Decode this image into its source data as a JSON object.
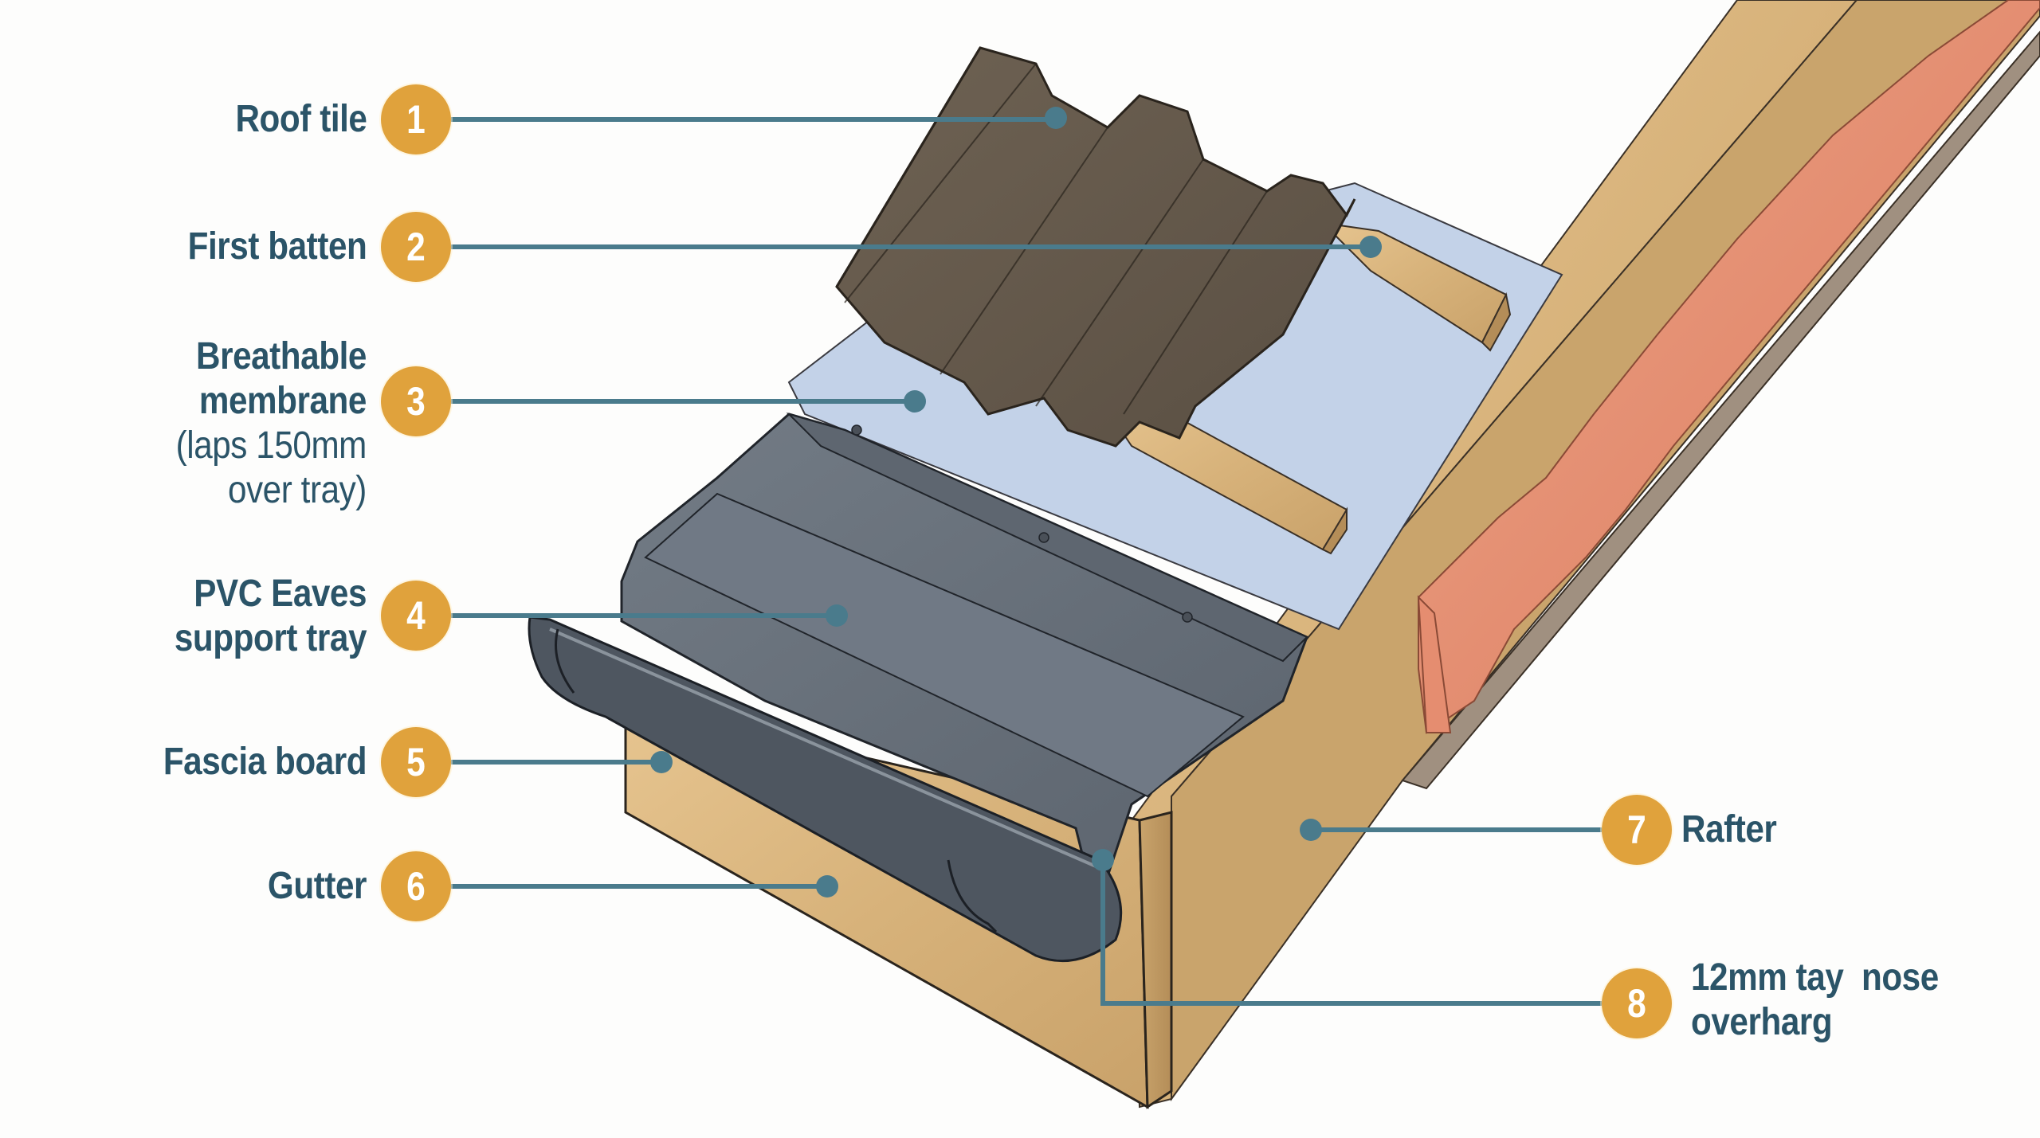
{
  "diagram": {
    "subject": "Roof eaves construction detail with PVC eaves support tray",
    "colors": {
      "label_text": "#2b5468",
      "badge_fill": "#e0a23c",
      "badge_text": "#ffffff",
      "leader_line": "#4a7b8c",
      "background": "#fdfdfc"
    },
    "callouts": [
      {
        "number": "1",
        "label": "Roof tile",
        "sub": ""
      },
      {
        "number": "2",
        "label": "First batten",
        "sub": ""
      },
      {
        "number": "3",
        "label": "Breathable membrane",
        "label_lines": [
          "Breathable",
          "membrane"
        ],
        "sub_lines": [
          "(laps 150mm",
          "over tray)"
        ]
      },
      {
        "number": "4",
        "label": "PVC Eaves support tray",
        "label_lines": [
          "PVC Eaves",
          "support tray"
        ]
      },
      {
        "number": "5",
        "label": "Fascia board"
      },
      {
        "number": "6",
        "label": "Gutter"
      },
      {
        "number": "7",
        "label": "Rafter"
      },
      {
        "number": "8",
        "label": "12mm tay nose overharg",
        "label_lines": [
          "12mm tay  nose",
          "overharg"
        ]
      }
    ]
  }
}
